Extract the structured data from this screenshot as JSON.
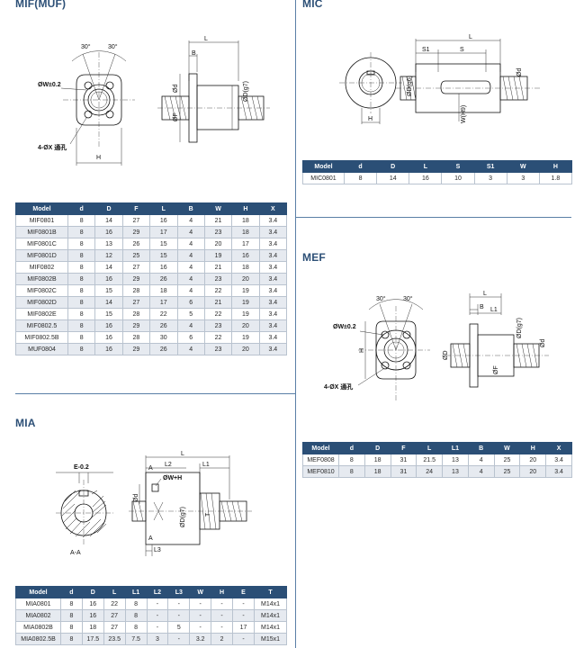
{
  "sections": {
    "mif": {
      "title": "MIF(MUF)"
    },
    "mic": {
      "title": "MIC"
    },
    "mef": {
      "title": "MEF"
    },
    "mia": {
      "title": "MIA"
    }
  },
  "tables": {
    "mif": {
      "headers": [
        "Model",
        "d",
        "D",
        "F",
        "L",
        "B",
        "W",
        "H",
        "X"
      ],
      "rows": [
        [
          "MIF0801",
          "8",
          "14",
          "27",
          "16",
          "4",
          "21",
          "18",
          "3.4"
        ],
        [
          "MIF0801B",
          "8",
          "16",
          "29",
          "17",
          "4",
          "23",
          "18",
          "3.4"
        ],
        [
          "MIF0801C",
          "8",
          "13",
          "26",
          "15",
          "4",
          "20",
          "17",
          "3.4"
        ],
        [
          "MIF0801D",
          "8",
          "12",
          "25",
          "15",
          "4",
          "19",
          "16",
          "3.4"
        ],
        [
          "MIF0802",
          "8",
          "14",
          "27",
          "16",
          "4",
          "21",
          "18",
          "3.4"
        ],
        [
          "MIF0802B",
          "8",
          "16",
          "29",
          "26",
          "4",
          "23",
          "20",
          "3.4"
        ],
        [
          "MIF0802C",
          "8",
          "15",
          "28",
          "18",
          "4",
          "22",
          "19",
          "3.4"
        ],
        [
          "MIF0802D",
          "8",
          "14",
          "27",
          "17",
          "6",
          "21",
          "19",
          "3.4"
        ],
        [
          "MIF0802E",
          "8",
          "15",
          "28",
          "22",
          "5",
          "22",
          "19",
          "3.4"
        ],
        [
          "MIF0802.5",
          "8",
          "16",
          "29",
          "26",
          "4",
          "23",
          "20",
          "3.4"
        ],
        [
          "MIF0802.5B",
          "8",
          "16",
          "28",
          "30",
          "6",
          "22",
          "19",
          "3.4"
        ],
        [
          "MUF0804",
          "8",
          "16",
          "29",
          "26",
          "4",
          "23",
          "20",
          "3.4"
        ]
      ]
    },
    "mic": {
      "headers": [
        "Model",
        "d",
        "D",
        "L",
        "S",
        "S1",
        "W",
        "H"
      ],
      "rows": [
        [
          "MIC0801",
          "8",
          "14",
          "16",
          "10",
          "3",
          "3",
          "1.8"
        ]
      ]
    },
    "mef": {
      "headers": [
        "Model",
        "d",
        "D",
        "F",
        "L",
        "L1",
        "B",
        "W",
        "H",
        "X"
      ],
      "rows": [
        [
          "MEF0808",
          "8",
          "18",
          "31",
          "21.5",
          "13",
          "4",
          "25",
          "20",
          "3.4"
        ],
        [
          "MEF0810",
          "8",
          "18",
          "31",
          "24",
          "13",
          "4",
          "25",
          "20",
          "3.4"
        ]
      ]
    },
    "mia": {
      "headers": [
        "Model",
        "d",
        "D",
        "L",
        "L1",
        "L2",
        "L3",
        "W",
        "H",
        "E",
        "T"
      ],
      "rows": [
        [
          "MIA0801",
          "8",
          "16",
          "22",
          "8",
          "-",
          "-",
          "-",
          "-",
          "-",
          "M14x1"
        ],
        [
          "MIA0802",
          "8",
          "16",
          "27",
          "8",
          "-",
          "-",
          "-",
          "-",
          "-",
          "M14x1"
        ],
        [
          "MIA0802B",
          "8",
          "18",
          "27",
          "8",
          "-",
          "5",
          "-",
          "-",
          "17",
          "M14x1"
        ],
        [
          "MIA0802.5B",
          "8",
          "17.5",
          "23.5",
          "7.5",
          "3",
          "-",
          "3.2",
          "2",
          "-",
          "M15x1"
        ]
      ]
    }
  },
  "drawings": {
    "mif_front": {
      "angle_left": "30°",
      "angle_right": "30°",
      "pcd": "ØW±0.2",
      "holes": "4-ØX 通孔",
      "height": "H"
    },
    "mif_side": {
      "length": "L",
      "flange": "B",
      "outer": "ØD(g7)",
      "flange_dia": "ØF",
      "screw": "Ød"
    },
    "mic_end": {
      "bore": "Ød",
      "outer": "ØD(g6)",
      "height": "H"
    },
    "mic_side": {
      "length": "L",
      "slot": "S",
      "offset": "S1",
      "width": "W(H9)"
    },
    "mef_front": {
      "angle_left": "30°",
      "angle_right": "30°",
      "pcd": "ØW±0.2",
      "holes": "4-ØX 通孔",
      "height": "H"
    },
    "mef_side": {
      "length": "L",
      "flange": "B",
      "step": "L1",
      "outer": "ØD(g7)",
      "flange_dia": "ØF",
      "screw": "Ød",
      "front_dia": "ØD"
    },
    "mia_section": {
      "slot": "E-0.2",
      "section": "A-A",
      "mark_a1": "A",
      "mark_a2": "A"
    },
    "mia_side": {
      "length": "L",
      "l2": "L2",
      "l1": "L1",
      "slot": "ØW+H",
      "screw": "Ød",
      "outer": "ØD(g7)",
      "thread": "T",
      "l3": "L3"
    }
  },
  "colors": {
    "header_bg": "#2b4f76",
    "title": "#2d5077",
    "divider": "#5a7fa6",
    "row_alt": "#e6eaf0"
  }
}
